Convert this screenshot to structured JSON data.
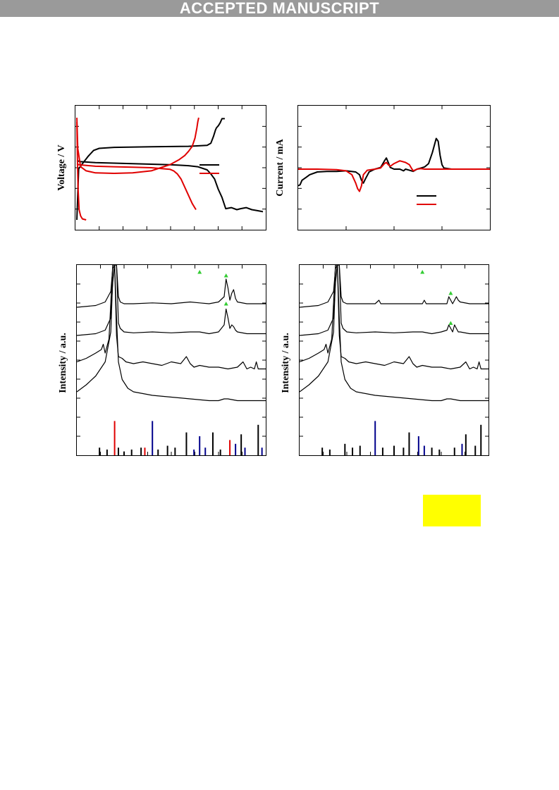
{
  "banner": {
    "text": "ACCEPTED MANUSCRIPT"
  },
  "colors": {
    "banner_bg": "#9a9a9a",
    "series_black": "#000000",
    "series_red": "#e00000",
    "reference_blue": "#00008b",
    "peak_marker": "#33cc33",
    "highlight": "#ffff00"
  },
  "figure": {
    "panel_a": {
      "ylabel": "Voltage / V"
    },
    "panel_b": {
      "ylabel": "Current / mA"
    },
    "panel_c": {
      "ylabel": "Intensity / a.u."
    },
    "panel_d": {
      "ylabel": "Intensity / a.u."
    }
  },
  "chart_data": [
    {
      "type": "line",
      "ylabel": "Voltage / V",
      "xlim": [
        0,
        100
      ],
      "ylim": [
        0,
        100
      ],
      "legend_placement": "right",
      "series": [
        {
          "color": "black",
          "x": [
            0,
            1,
            3,
            6,
            9,
            12,
            20,
            40,
            60,
            70,
            72,
            73.5,
            74.5,
            75,
            76,
            77,
            78,
            79.5
          ],
          "y": [
            0,
            50,
            55,
            62,
            68,
            70,
            71,
            71.5,
            72,
            73,
            75,
            82,
            88,
            90,
            92,
            95,
            99,
            99
          ]
        },
        {
          "color": "black",
          "x": [
            0,
            2,
            10,
            20,
            30,
            40,
            50,
            55,
            60,
            65,
            70,
            72,
            74,
            76,
            78,
            80,
            83,
            86,
            88,
            91,
            94,
            97,
            100
          ],
          "y": [
            58,
            57,
            56,
            55.5,
            55,
            54.5,
            54,
            53.5,
            53,
            52,
            49,
            45,
            40,
            30,
            22,
            11,
            12,
            10,
            11,
            12,
            10,
            9,
            8
          ]
        },
        {
          "color": "red",
          "x": [
            0,
            0.5,
            2,
            5,
            10,
            20,
            30,
            40,
            45,
            50,
            55,
            58,
            60,
            62,
            63.5,
            64.5,
            65,
            65.5
          ],
          "y": [
            100,
            70,
            52,
            48,
            46,
            45.5,
            46,
            48,
            51,
            54,
            59,
            63,
            67,
            72,
            80,
            90,
            96,
            100
          ]
        },
        {
          "color": "red",
          "x": [
            0,
            1,
            10,
            20,
            30,
            40,
            50,
            52,
            54,
            56,
            58,
            60,
            62,
            64
          ],
          "y": [
            55,
            54,
            52.5,
            52,
            51.5,
            51,
            49.5,
            48,
            45,
            40,
            32,
            24,
            16,
            10
          ]
        },
        {
          "color": "red",
          "x": [
            0,
            0.3,
            0.7,
            1.2,
            2,
            3,
            5
          ],
          "y": [
            96,
            60,
            30,
            10,
            4,
            1,
            0
          ]
        }
      ]
    },
    {
      "type": "line",
      "ylabel": "Current / mA",
      "xlim": [
        0,
        100
      ],
      "ylim": [
        -100,
        100
      ],
      "legend_placement": "bottom-right",
      "series": [
        {
          "color": "black",
          "x": [
            0,
            1,
            2,
            4,
            6,
            10,
            15,
            20,
            25,
            30,
            32,
            33,
            34,
            35,
            37,
            40,
            43,
            45,
            46,
            47,
            48,
            50,
            53,
            55,
            56,
            58,
            60,
            62,
            64,
            66,
            68,
            70,
            72,
            73,
            74,
            75,
            76,
            78,
            80,
            85,
            90,
            95,
            100
          ],
          "y": [
            -30,
            -28,
            -20,
            -15,
            -10,
            -5,
            -4,
            -4,
            -3,
            -5,
            -10,
            -20,
            -25,
            -18,
            -5,
            0,
            3,
            15,
            20,
            12,
            3,
            0,
            0,
            -3,
            0,
            -2,
            -4,
            0,
            2,
            4,
            10,
            30,
            55,
            50,
            25,
            8,
            2,
            1,
            0,
            0,
            0,
            0,
            0
          ]
        },
        {
          "color": "red",
          "x": [
            0,
            10,
            20,
            25,
            28,
            30,
            31,
            32,
            33,
            34,
            36,
            40,
            43,
            45,
            46,
            47,
            48,
            50,
            53,
            56,
            58,
            59,
            60,
            62,
            64,
            66,
            70,
            80,
            90,
            100
          ],
          "y": [
            0,
            0,
            -1,
            -3,
            -10,
            -25,
            -35,
            -40,
            -30,
            -10,
            -2,
            0,
            2,
            10,
            12,
            8,
            5,
            10,
            15,
            12,
            8,
            2,
            -3,
            0,
            1,
            0,
            0,
            0,
            0,
            0
          ]
        }
      ]
    },
    {
      "type": "line",
      "ylabel": "Intensity / a.u.",
      "xlim": [
        0,
        100
      ],
      "ylim": [
        0,
        100
      ],
      "series": [
        {
          "color": "black",
          "x": [
            0,
            10,
            15,
            18,
            19,
            20,
            21,
            22,
            23,
            25,
            30,
            40,
            50,
            60,
            65,
            70,
            75,
            78,
            79,
            80,
            81,
            82,
            83,
            84,
            85,
            90,
            95,
            100
          ],
          "y": [
            76,
            77,
            79,
            85,
            98,
            100,
            100,
            82,
            79,
            78,
            78,
            78.5,
            78,
            79,
            78.5,
            78,
            79,
            82,
            92,
            87,
            80,
            84,
            86,
            81,
            79,
            78,
            78,
            78
          ]
        },
        {
          "color": "black",
          "x": [
            0,
            10,
            15,
            18,
            19,
            20,
            21,
            22,
            23,
            25,
            30,
            40,
            50,
            60,
            65,
            70,
            75,
            78,
            79,
            80,
            81,
            82,
            83,
            84,
            85,
            90,
            95,
            100
          ],
          "y": [
            60,
            61,
            63,
            70,
            90,
            100,
            100,
            67,
            64,
            62,
            61.5,
            62,
            61.5,
            62,
            62,
            61,
            62,
            66,
            75,
            70,
            64,
            66,
            65,
            63,
            62,
            61,
            61,
            61
          ]
        },
        {
          "color": "black",
          "x": [
            0,
            5,
            10,
            13,
            14,
            15,
            17,
            19,
            20,
            21,
            22,
            24,
            26,
            30,
            35,
            40,
            45,
            50,
            55,
            58,
            60,
            62,
            65,
            70,
            75,
            80,
            85,
            88,
            90,
            92,
            94,
            95,
            96,
            98,
            100
          ],
          "y": [
            45,
            47,
            50,
            52,
            55,
            50,
            58,
            100,
            100,
            60,
            48,
            47,
            45,
            44,
            45,
            44,
            43,
            45,
            44,
            48,
            44,
            42,
            43,
            42,
            42,
            41,
            42,
            45,
            41,
            42,
            41,
            45,
            41,
            41,
            41
          ]
        },
        {
          "color": "black",
          "x": [
            0,
            5,
            10,
            15,
            18,
            19,
            20,
            21,
            22,
            24,
            27,
            30,
            40,
            50,
            60,
            70,
            75,
            78,
            80,
            85,
            90,
            100
          ],
          "y": [
            28,
            32,
            37,
            45,
            62,
            92,
            100,
            70,
            45,
            35,
            30,
            28,
            26,
            25,
            24,
            23,
            23,
            24,
            24,
            23,
            23,
            23
          ]
        }
      ]
    },
    {
      "type": "line",
      "ylabel": "Intensity / a.u.",
      "xlim": [
        0,
        100
      ],
      "ylim": [
        0,
        100
      ],
      "series": [
        {
          "color": "black",
          "x": [
            0,
            10,
            15,
            18,
            19,
            20,
            21,
            22,
            23,
            25,
            30,
            40,
            42,
            43,
            45,
            50,
            60,
            65,
            66,
            67,
            70,
            75,
            78,
            79,
            80,
            81,
            82,
            83,
            84,
            85,
            90,
            95,
            100
          ],
          "y": [
            76,
            77,
            79,
            85,
            98,
            100,
            100,
            82,
            79,
            78,
            78,
            78,
            80,
            78,
            78,
            78,
            78,
            78,
            80,
            78,
            78,
            78,
            78,
            82,
            80,
            78,
            80,
            82,
            80,
            79,
            78,
            78,
            78
          ]
        },
        {
          "color": "black",
          "x": [
            0,
            10,
            15,
            18,
            19,
            20,
            21,
            22,
            23,
            25,
            30,
            40,
            50,
            60,
            65,
            70,
            75,
            78,
            79,
            80,
            81,
            82,
            83,
            84,
            85,
            90,
            95,
            100
          ],
          "y": [
            60,
            61,
            63,
            70,
            90,
            100,
            100,
            67,
            64,
            62,
            61.5,
            62,
            61.5,
            62,
            62,
            61,
            62,
            63,
            66,
            64,
            62,
            66,
            64,
            62,
            62,
            61,
            61,
            61
          ]
        },
        {
          "color": "black",
          "x": [
            0,
            5,
            10,
            13,
            14,
            15,
            17,
            19,
            20,
            21,
            22,
            24,
            26,
            30,
            35,
            40,
            45,
            50,
            55,
            58,
            60,
            62,
            65,
            70,
            75,
            80,
            85,
            88,
            90,
            92,
            94,
            95,
            96,
            98,
            100
          ],
          "y": [
            45,
            47,
            50,
            52,
            55,
            50,
            58,
            100,
            100,
            60,
            48,
            47,
            45,
            44,
            45,
            44,
            43,
            45,
            44,
            48,
            44,
            42,
            43,
            42,
            42,
            41,
            42,
            45,
            41,
            42,
            41,
            45,
            41,
            41,
            41
          ]
        },
        {
          "color": "black",
          "x": [
            0,
            5,
            10,
            15,
            18,
            19,
            20,
            21,
            22,
            24,
            27,
            30,
            40,
            50,
            60,
            70,
            75,
            78,
            80,
            85,
            90,
            100
          ],
          "y": [
            28,
            32,
            37,
            45,
            62,
            92,
            100,
            70,
            45,
            35,
            30,
            28,
            26,
            25,
            24,
            23,
            23,
            24,
            24,
            23,
            23,
            23
          ]
        }
      ]
    }
  ],
  "reference_bars": {
    "panel_c": [
      {
        "x": 12,
        "h": 4,
        "c": "black"
      },
      {
        "x": 16,
        "h": 3,
        "c": "black"
      },
      {
        "x": 20,
        "h": 18,
        "c": "red"
      },
      {
        "x": 22,
        "h": 4,
        "c": "black"
      },
      {
        "x": 25,
        "h": 2,
        "c": "black"
      },
      {
        "x": 29,
        "h": 3,
        "c": "black"
      },
      {
        "x": 34,
        "h": 4,
        "c": "black"
      },
      {
        "x": 36,
        "h": 4,
        "c": "red"
      },
      {
        "x": 40,
        "h": 18,
        "c": "blue"
      },
      {
        "x": 43,
        "h": 3,
        "c": "black"
      },
      {
        "x": 48,
        "h": 5,
        "c": "black"
      },
      {
        "x": 52,
        "h": 4,
        "c": "black"
      },
      {
        "x": 58,
        "h": 12,
        "c": "black"
      },
      {
        "x": 62,
        "h": 3,
        "c": "blue"
      },
      {
        "x": 65,
        "h": 10,
        "c": "blue"
      },
      {
        "x": 68,
        "h": 4,
        "c": "blue"
      },
      {
        "x": 72,
        "h": 12,
        "c": "black"
      },
      {
        "x": 76,
        "h": 3,
        "c": "black"
      },
      {
        "x": 81,
        "h": 8,
        "c": "red"
      },
      {
        "x": 84,
        "h": 6,
        "c": "blue"
      },
      {
        "x": 87,
        "h": 11,
        "c": "black"
      },
      {
        "x": 89,
        "h": 4,
        "c": "blue"
      },
      {
        "x": 96,
        "h": 16,
        "c": "black"
      },
      {
        "x": 98,
        "h": 4,
        "c": "blue"
      }
    ],
    "panel_d": [
      {
        "x": 12,
        "h": 4,
        "c": "black"
      },
      {
        "x": 16,
        "h": 3,
        "c": "black"
      },
      {
        "x": 24,
        "h": 6,
        "c": "black"
      },
      {
        "x": 28,
        "h": 4,
        "c": "black"
      },
      {
        "x": 32,
        "h": 5,
        "c": "black"
      },
      {
        "x": 40,
        "h": 18,
        "c": "blue"
      },
      {
        "x": 44,
        "h": 4,
        "c": "black"
      },
      {
        "x": 50,
        "h": 5,
        "c": "black"
      },
      {
        "x": 55,
        "h": 4,
        "c": "black"
      },
      {
        "x": 58,
        "h": 12,
        "c": "black"
      },
      {
        "x": 63,
        "h": 10,
        "c": "blue"
      },
      {
        "x": 66,
        "h": 5,
        "c": "blue"
      },
      {
        "x": 70,
        "h": 4,
        "c": "black"
      },
      {
        "x": 74,
        "h": 3,
        "c": "black"
      },
      {
        "x": 82,
        "h": 4,
        "c": "black"
      },
      {
        "x": 86,
        "h": 6,
        "c": "blue"
      },
      {
        "x": 88,
        "h": 11,
        "c": "black"
      },
      {
        "x": 93,
        "h": 5,
        "c": "black"
      },
      {
        "x": 96,
        "h": 16,
        "c": "black"
      }
    ]
  },
  "peak_markers": {
    "panel_c": [
      {
        "x": 65,
        "y": 96
      },
      {
        "x": 79,
        "y": 94
      },
      {
        "x": 79,
        "y": 78
      }
    ],
    "panel_d": [
      {
        "x": 65,
        "y": 96
      },
      {
        "x": 80,
        "y": 84
      },
      {
        "x": 80,
        "y": 67
      }
    ]
  }
}
